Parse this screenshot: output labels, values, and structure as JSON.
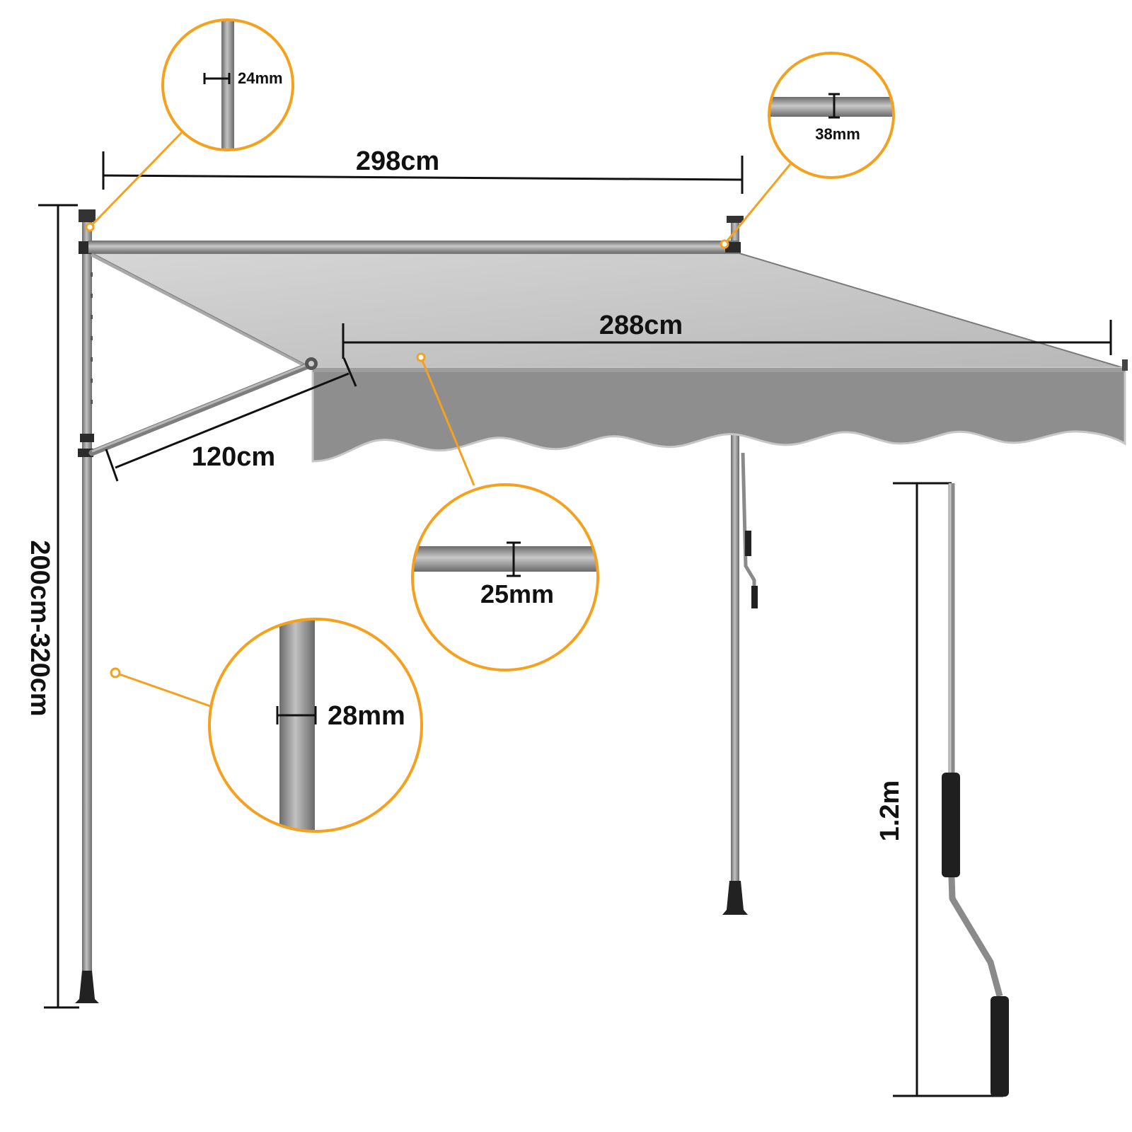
{
  "dimensions": {
    "frame_width": "298cm",
    "canopy_width": "288cm",
    "arm_length": "120cm",
    "height_range": "200cm-320cm",
    "crank_length": "1.2m"
  },
  "details": {
    "top_pole_diameter": "24mm",
    "roller_tube_diameter": "38mm",
    "front_bar_diameter": "25mm",
    "main_pole_diameter": "28mm"
  },
  "colors": {
    "accent": "#F4A11F",
    "fabric_top": "#C9C9C9",
    "fabric_front": "#8C8C8C",
    "pole": "#8A8A8A",
    "dimension_line": "#111111"
  }
}
